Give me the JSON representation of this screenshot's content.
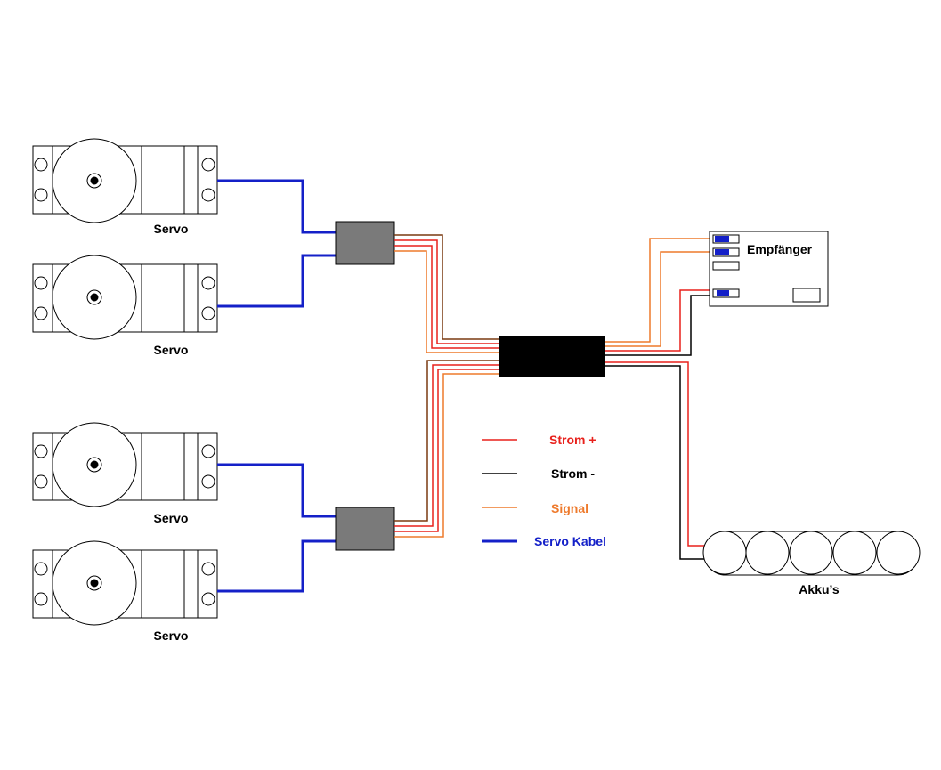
{
  "colors": {
    "strom_plus": "#e8211c",
    "strom_minus": "#000000",
    "signal": "#ee7a2c",
    "servo_kabel": "#1420c8",
    "dark_brown": "#7a3a10",
    "hub_gray": "#7a7a7a",
    "main_hub": "#000000",
    "receiver_slot": "#1420c8"
  },
  "servos": [
    {
      "label": "Servo"
    },
    {
      "label": "Servo"
    },
    {
      "label": "Servo"
    },
    {
      "label": "Servo"
    }
  ],
  "receiver": {
    "label": "Empfänger"
  },
  "battery": {
    "label": "Akku’s"
  },
  "legend": [
    {
      "key": "strom_plus",
      "label": "Strom +"
    },
    {
      "key": "strom_minus",
      "label": "Strom -"
    },
    {
      "key": "signal",
      "label": "Signal"
    },
    {
      "key": "servo_kabel",
      "label": "Servo Kabel"
    }
  ]
}
